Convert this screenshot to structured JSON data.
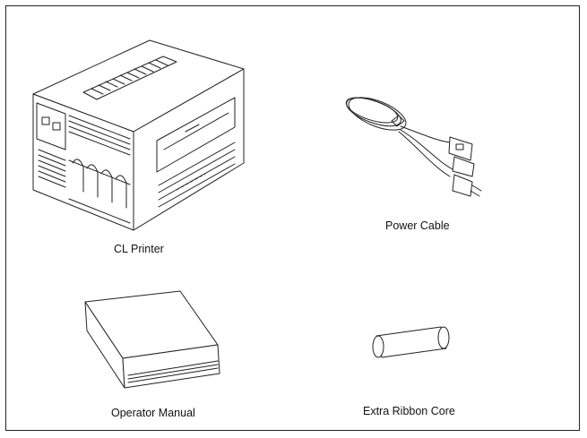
{
  "items": [
    {
      "key": "printer",
      "label": "CL Printer",
      "icon": "printer-icon"
    },
    {
      "key": "power_cable",
      "label": "Power Cable",
      "icon": "power-cable-icon"
    },
    {
      "key": "manual",
      "label": "Operator Manual",
      "icon": "book-icon"
    },
    {
      "key": "ribbon_core",
      "label": "Extra Ribbon Core",
      "icon": "ribbon-core-icon"
    }
  ]
}
